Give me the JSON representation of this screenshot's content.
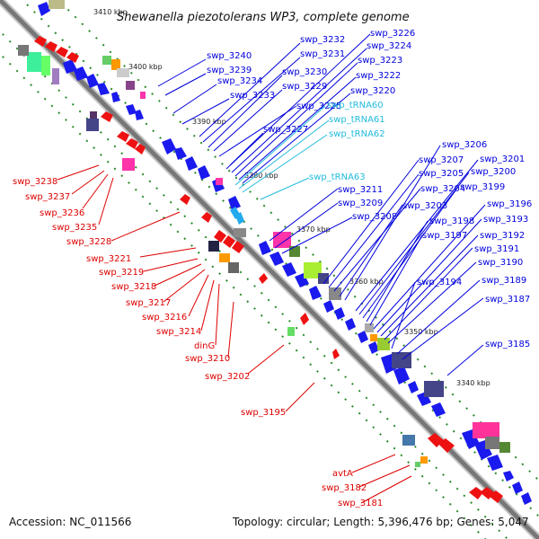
{
  "title": "Shewanella piezotolerans WP3, complete genome",
  "footer": {
    "accession": "Accession: NC_011566",
    "summary": "Topology: circular; Length: 5,396,476 bp; Genes: 5,047"
  },
  "ticks": [
    "3410 kbp",
    "3400 kbp",
    "3390 kbp",
    "3380 kbp",
    "3370 kbp",
    "3360 kbp",
    "3350 kbp",
    "3340 kbp"
  ],
  "labels": {
    "forward_genes": [
      "swp_3240",
      "swp_3239",
      "swp_3234",
      "swp_3233",
      "swp_3232",
      "swp_3231",
      "swp_3230",
      "swp_3229",
      "swp_3225",
      "swp_3227",
      "swp_3226",
      "swp_3224",
      "swp_3223",
      "swp_3222",
      "swp_3220",
      "swp_3211",
      "swp_3209",
      "swp_3208",
      "swp_3207",
      "swp_3205",
      "swp_3204",
      "swp_3203",
      "swp_3206",
      "swp_3201",
      "swp_3200",
      "swp_3199",
      "swp_3198",
      "swp_3197",
      "swp_3196",
      "swp_3193",
      "swp_3192",
      "swp_3191",
      "swp_3190",
      "swp_3194",
      "swp_3189",
      "swp_3187",
      "swp_3185"
    ],
    "trna": [
      "swp_tRNA60",
      "swp_tRNA61",
      "swp_tRNA62",
      "swp_tRNA63"
    ],
    "reverse_genes": [
      "swp_3238",
      "swp_3237",
      "swp_3236",
      "swp_3235",
      "swp_3228",
      "swp_3221",
      "swp_3219",
      "swp_3218",
      "swp_3217",
      "swp_3216",
      "swp_3214",
      "dinG",
      "swp_3210",
      "swp_3202",
      "swp_3195",
      "avtA",
      "swp_3182",
      "swp_3181"
    ]
  },
  "colors": {
    "forward": "#0000ee",
    "reverse": "#ee0000",
    "trna": "#22bbdd",
    "backbone": "#7a7a7a",
    "dots": "#2a8a2a"
  }
}
